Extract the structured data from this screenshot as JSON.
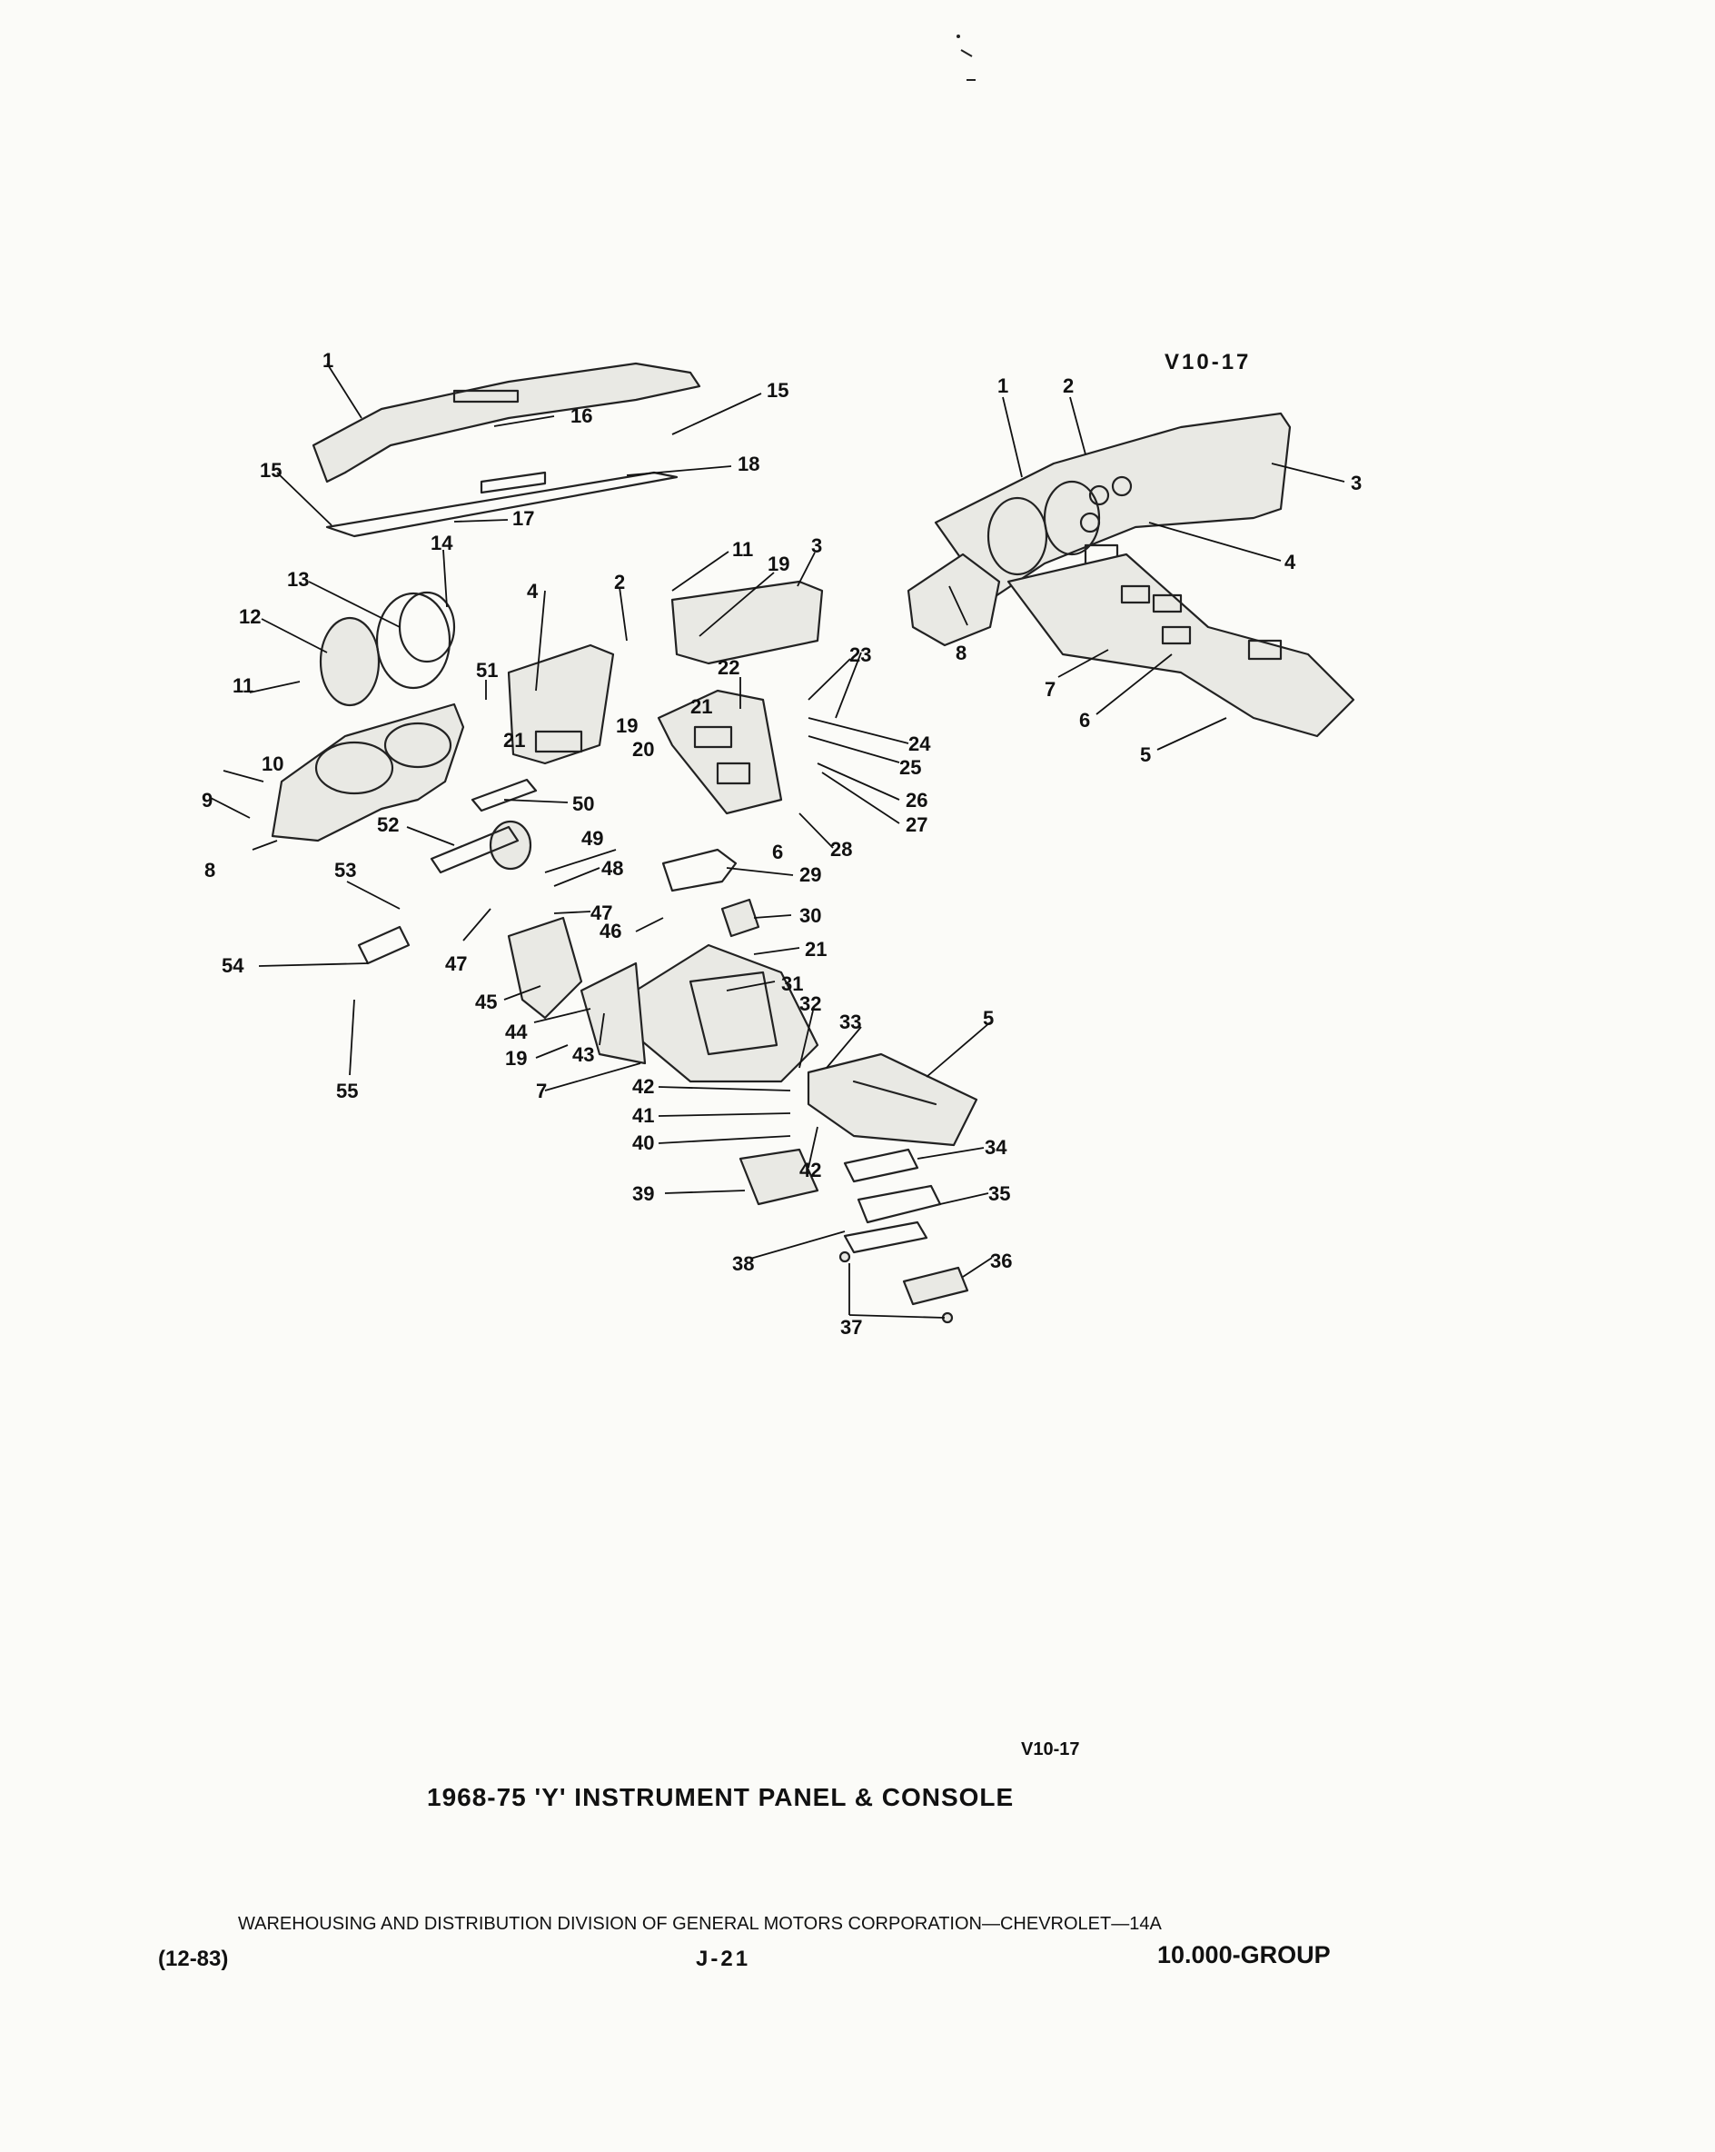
{
  "figure": {
    "code_top": "V10-17",
    "code_bottom": "V10-17",
    "title": "1968-75 'Y' INSTRUMENT PANEL & CONSOLE"
  },
  "callouts_exploded": [
    "1",
    "16",
    "15",
    "18",
    "15",
    "17",
    "11",
    "19",
    "3",
    "14",
    "13",
    "4",
    "2",
    "12",
    "11",
    "51",
    "22",
    "23",
    "21",
    "24",
    "21",
    "25",
    "19",
    "20",
    "26",
    "10",
    "27",
    "9",
    "50",
    "28",
    "6",
    "8",
    "52",
    "49",
    "48",
    "29",
    "53",
    "47",
    "30",
    "46",
    "21",
    "47",
    "54",
    "31",
    "45",
    "32",
    "33",
    "5",
    "44",
    "19",
    "43",
    "55",
    "7",
    "42",
    "41",
    "40",
    "34",
    "42",
    "39",
    "35",
    "38",
    "36",
    "37"
  ],
  "callouts_assembled": [
    "1",
    "2",
    "3",
    "4",
    "8",
    "7",
    "6",
    "5"
  ],
  "footer": {
    "division_line": "WAREHOUSING AND DISTRIBUTION DIVISION OF GENERAL MOTORS CORPORATION—CHEVROLET—14A",
    "date": "(12-83)",
    "page": "J-21",
    "group": "10.000-GROUP"
  }
}
